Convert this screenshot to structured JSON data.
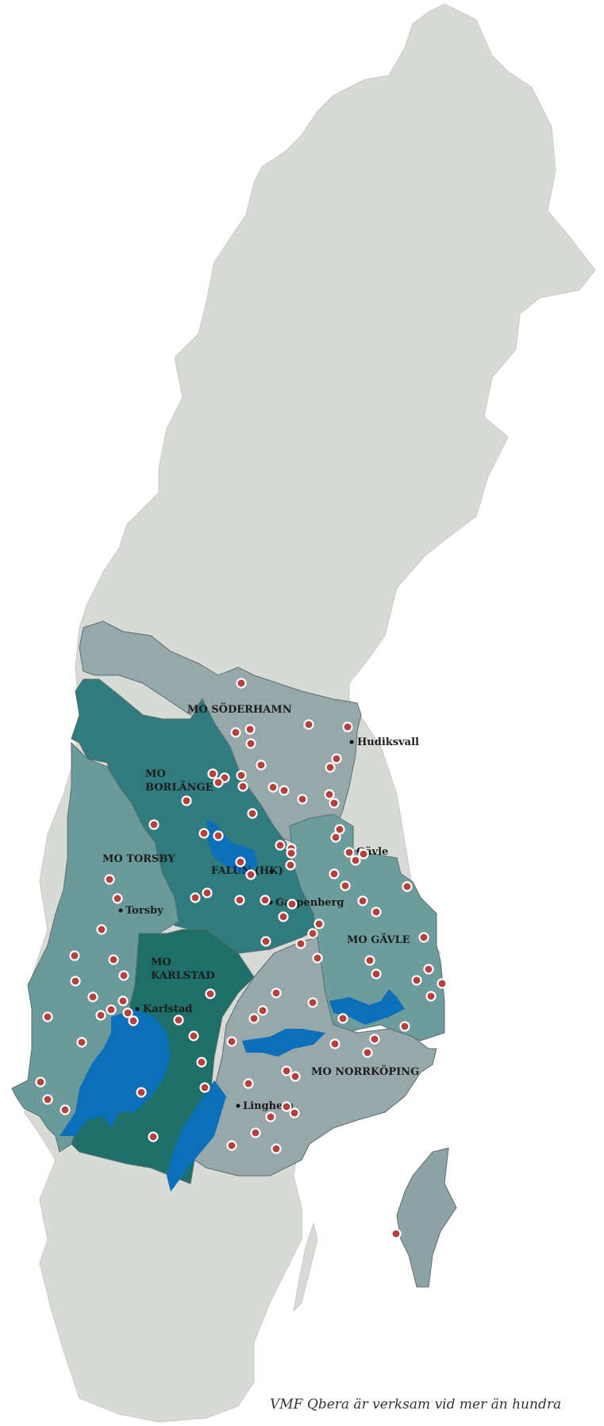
{
  "colors": {
    "land": "#d8dad6",
    "soderhamn": "#97a8ab",
    "borlange": "#2f7b7d",
    "torsby": "#6b9a9b",
    "gavle": "#6c9d9c",
    "karlstad": "#1e6f68",
    "norrkoping": "#97a8ab",
    "gotland": "#8ea3a5",
    "water": "#0b70b9",
    "marker_fill": "#b8403b",
    "marker_ring": "#ffffff"
  },
  "regions": [
    {
      "id": "soderhamn",
      "label": "MO SÖDERHAMN"
    },
    {
      "id": "borlange",
      "label_line1": "MO",
      "label_line2": "BORLÄNGE"
    },
    {
      "id": "torsby",
      "label": "MO TORSBY"
    },
    {
      "id": "gavle",
      "label": "MO GÄVLE"
    },
    {
      "id": "karlstad",
      "label_line1": "MO",
      "label_line2": "KARLSTAD"
    },
    {
      "id": "norrkoping",
      "label": "MO NORRKÖPING"
    }
  ],
  "cities": [
    {
      "name": "Hudiksvall"
    },
    {
      "name": "Gävle"
    },
    {
      "name": "FALUN (HK)"
    },
    {
      "name": "Garpenberg"
    },
    {
      "name": "Torsby"
    },
    {
      "name": "Karlstad"
    },
    {
      "name": "Linghem"
    }
  ],
  "caption": "VMF Qbera är verksam vid mer än hundra"
}
